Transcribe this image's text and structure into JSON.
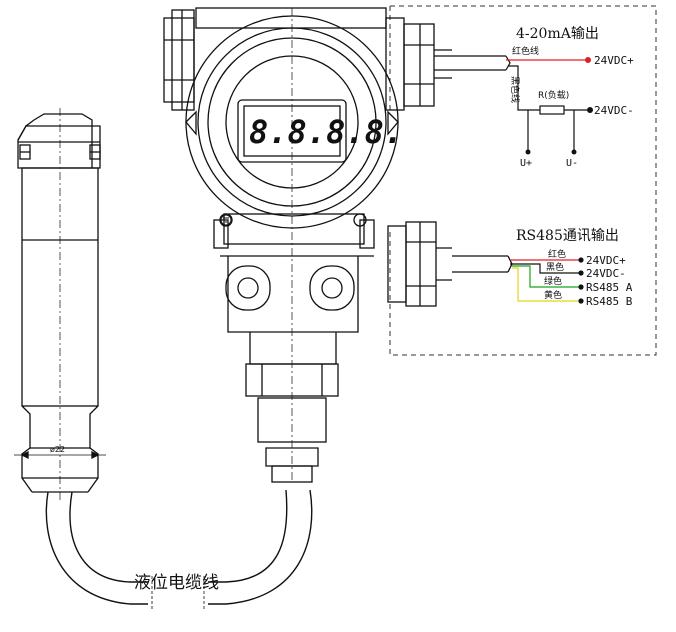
{
  "display": {
    "digits": "8.8.8.8."
  },
  "sensor": {
    "diameter_label": "ø22"
  },
  "cable": {
    "label": "液位电缆线"
  },
  "analog_output": {
    "title": "4-20mA输出",
    "wire_red_label": "红色线",
    "wire_black_label": "黑色线",
    "pos_supply": "24VDC+",
    "neg_supply": "24VDC-",
    "load_label": "R(负载)",
    "u_plus": "U+",
    "u_minus": "U-"
  },
  "rs485_output": {
    "title": "RS485通讯输出",
    "wires": [
      {
        "color_label": "红色",
        "signal": "24VDC+",
        "color": "#e02020"
      },
      {
        "color_label": "黑色",
        "signal": "24VDC-",
        "color": "#111111"
      },
      {
        "color_label": "绿色",
        "signal": "RS485 A",
        "color": "#1aa31a"
      },
      {
        "color_label": "黄色",
        "signal": "RS485 B",
        "color": "#e6d21a"
      }
    ]
  },
  "colors": {
    "red_wire": "#e02020",
    "black_wire": "#111111",
    "green_wire": "#1aa31a",
    "yellow_wire": "#e6d21a"
  }
}
